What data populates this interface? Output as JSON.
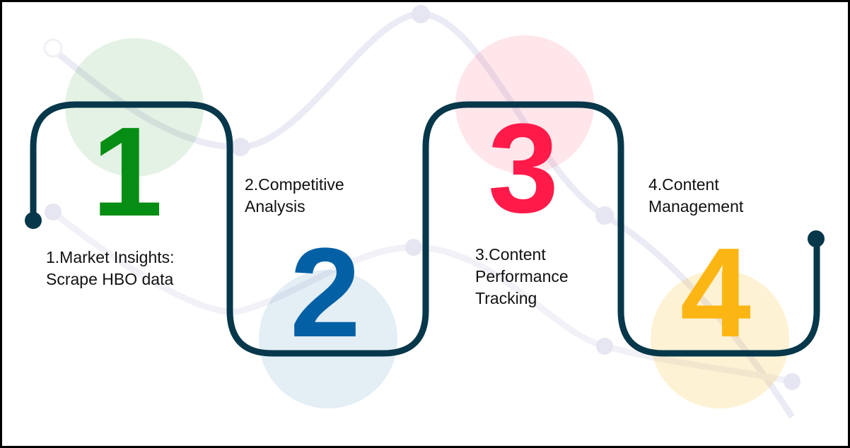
{
  "steps": [
    {
      "number": "1",
      "label_line1": "1.Market Insights:",
      "label_line2": "Scrape HBO data"
    },
    {
      "number": "2",
      "label_line1": "2.Competitive",
      "label_line2": "Analysis"
    },
    {
      "number": "3",
      "label_line1": "3.Content",
      "label_line2": "Performance",
      "label_line3": "Tracking"
    },
    {
      "number": "4",
      "label_line1": "4.Content",
      "label_line2": "Management"
    }
  ],
  "colors": {
    "path": "#06374a",
    "step1": "#058d14",
    "step2": "#0460a5",
    "step3": "#ff1a4a",
    "step4": "#fcb614"
  }
}
